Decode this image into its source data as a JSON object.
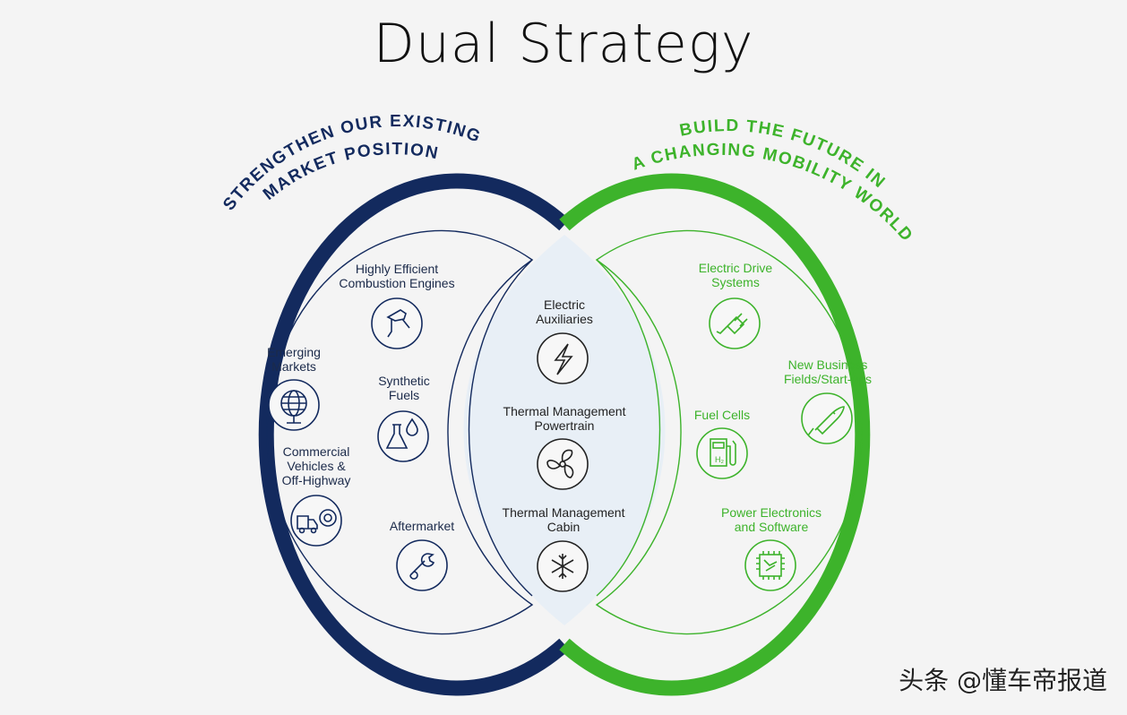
{
  "title": "Dual Strategy",
  "left": {
    "heading_line1": "STRENGTHEN OUR EXISTING",
    "heading_line2": "MARKET POSITION",
    "items": [
      {
        "label_line1": "Highly Efficient",
        "label_line2": "Combustion Engines",
        "icon": "fuel-nozzle-icon"
      },
      {
        "label_line1": "Emerging",
        "label_line2": "Markets",
        "icon": "globe-icon"
      },
      {
        "label_line1": "Synthetic",
        "label_line2": "Fuels",
        "icon": "flask-droplet-icon"
      },
      {
        "label_line1": "Commercial",
        "label_line2": "Vehicles &",
        "label_line3": "Off-Highway",
        "icon": "truck-wheel-icon"
      },
      {
        "label_line1": "Aftermarket",
        "icon": "wrench-icon"
      }
    ]
  },
  "middle": {
    "items": [
      {
        "label_line1": "Electric",
        "label_line2": "Auxiliaries",
        "icon": "lightning-icon"
      },
      {
        "label_line1": "Thermal Management",
        "label_line2": "Powertrain",
        "icon": "fan-icon"
      },
      {
        "label_line1": "Thermal Management",
        "label_line2": "Cabin",
        "icon": "snowflake-icon"
      }
    ]
  },
  "right": {
    "heading_line1": "BUILD THE FUTURE IN",
    "heading_line2": "A CHANGING MOBILITY WORLD",
    "items": [
      {
        "label_line1": "Electric Drive",
        "label_line2": "Systems",
        "icon": "plug-icon"
      },
      {
        "label_line1": "New Business",
        "label_line2": "Fields/Start-ups",
        "icon": "rocket-icon"
      },
      {
        "label_line1": "Fuel Cells",
        "icon": "hydrogen-pump-icon"
      },
      {
        "label_line1": "Power Electronics",
        "label_line2": "and Software",
        "icon": "chip-icon"
      }
    ]
  },
  "colors": {
    "navy": "#132a5e",
    "green": "#3db32b",
    "lens": "#e8eff6"
  },
  "watermark": "头条 @懂车帝报道"
}
